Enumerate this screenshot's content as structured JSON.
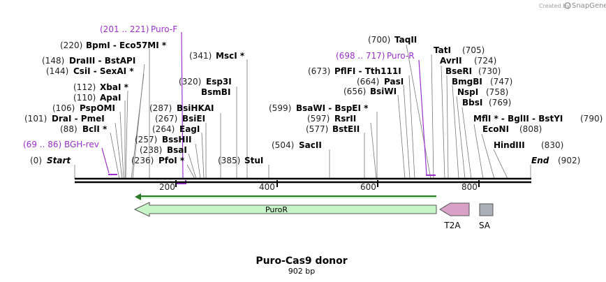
{
  "header": {
    "created_by": "Created by",
    "brand": "SnapGene"
  },
  "map": {
    "title": "Puro-Cas9 donor",
    "length": "902 bp",
    "start_label": "Start",
    "end_label": "End",
    "start_pos": "(0)",
    "end_pos": "(902)",
    "ticks": [
      "200",
      "400",
      "600",
      "800"
    ]
  },
  "features": {
    "puror": "PuroR",
    "t2a": "T2A",
    "sa": "SA"
  },
  "primers": [
    {
      "range": "(201 .. 221)",
      "name": "Puro-F"
    },
    {
      "range": "(698 .. 717)",
      "name": "Puro-R"
    },
    {
      "range": "(69 .. 86)",
      "name": "BGH-rev"
    }
  ],
  "sites_left": [
    {
      "pos": "(220)",
      "name": "BpmI  - Eco57MI *"
    },
    {
      "pos": "(148)",
      "name": "DraIII  - BstAPI"
    },
    {
      "pos": "(144)",
      "name": "CsiI  - SexAI *"
    },
    {
      "pos": "(112)",
      "name": "XbaI *"
    },
    {
      "pos": "(110)",
      "name": "ApaI"
    },
    {
      "pos": "(106)",
      "name": "PspOMI"
    },
    {
      "pos": "(101)",
      "name": "DraI  - PmeI"
    },
    {
      "pos": "(88)",
      "name": "BclI *"
    },
    {
      "pos": "(341)",
      "name": "MscI *"
    },
    {
      "pos": "(320)",
      "name": "Esp3I"
    },
    {
      "pos": "",
      "name": "BsmBI"
    },
    {
      "pos": "(287)",
      "name": "BsiHKAI"
    },
    {
      "pos": "(267)",
      "name": "BsiEI"
    },
    {
      "pos": "(264)",
      "name": "EagI"
    },
    {
      "pos": "(257)",
      "name": "BssHII"
    },
    {
      "pos": "(238)",
      "name": "BsaI"
    },
    {
      "pos": "(236)",
      "name": "PfoI *"
    },
    {
      "pos": "(385)",
      "name": "StuI"
    }
  ],
  "sites_right": [
    {
      "pos": "(700)",
      "name": "TaqII"
    },
    {
      "pos": "(673)",
      "name": "PflFI  - Tth111I"
    },
    {
      "pos": "(664)",
      "name": "PasI"
    },
    {
      "pos": "(656)",
      "name": "BsiWI"
    },
    {
      "pos": "(599)",
      "name": "BsaWI  - BspEI *"
    },
    {
      "pos": "(597)",
      "name": "RsrII"
    },
    {
      "pos": "(577)",
      "name": "BstEII"
    },
    {
      "pos": "(504)",
      "name": "SacII"
    },
    {
      "pos": "(705)",
      "name": "TatI"
    },
    {
      "pos": "(724)",
      "name": "AvrII"
    },
    {
      "pos": "(730)",
      "name": "BseRI"
    },
    {
      "pos": "(747)",
      "name": "BmgBI"
    },
    {
      "pos": "(758)",
      "name": "NspI"
    },
    {
      "pos": "(769)",
      "name": "BbsI"
    },
    {
      "pos": "(790)",
      "name": "MflI *  - BglII  - BstYI"
    },
    {
      "pos": "(808)",
      "name": "EcoNI"
    },
    {
      "pos": "(830)",
      "name": "HindIII"
    }
  ],
  "colors": {
    "primer": "#9b30d0",
    "puror_fill": "#c8f5c8",
    "t2a_fill": "#d9a0c8",
    "sa_fill": "#aab0b8",
    "orf_line": "#2a7a2a"
  }
}
